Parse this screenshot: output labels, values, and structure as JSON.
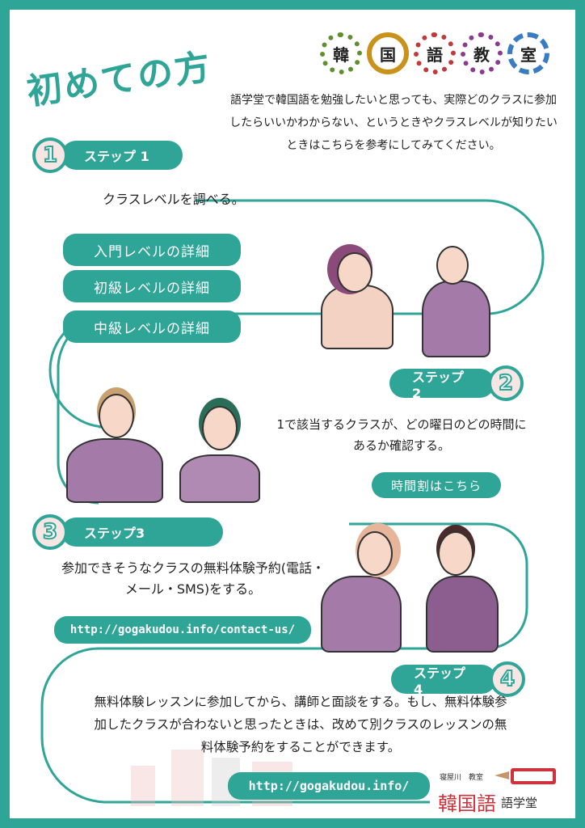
{
  "title": "初めての方",
  "logo": {
    "chars": [
      "韓",
      "国",
      "語",
      "教",
      "室"
    ],
    "colors": [
      "#5f8f2e",
      "#c9921a",
      "#c0393b",
      "#8b3a8f",
      "#3a7cc2"
    ]
  },
  "intro": "語学堂で韓国語を勉強したいと思っても、実際どのクラスに参加したらいいかわからない、というときやクラスレベルが知りたいときはこちらを参考にしてみてください。",
  "steps": [
    {
      "num": "1",
      "label": "ステップ 1",
      "text": "クラスレベルを調べる。",
      "buttons": [
        "入門レベルの詳細",
        "初級レベルの詳細",
        "中級レベルの詳細"
      ]
    },
    {
      "num": "2",
      "label": "ステップ 2",
      "text": "1で該当するクラスが、どの曜日のどの時間にあるか確認する。",
      "button": "時間割はこちら"
    },
    {
      "num": "3",
      "label": "ステップ3",
      "text": "参加できそうなクラスの無料体験予約(電話・メール・SMS)をする。",
      "url": "http://gogakudou.info/contact-us/"
    },
    {
      "num": "4",
      "label": "ステップ4",
      "text": "無料体験レッスンに参加してから、講師と面談をする。もし、無料体験参加したクラスが合わないと思ったときは、改めて別クラスのレッスンの無料体験予約をすることができます。",
      "url": "http://gogakudou.info/"
    }
  ],
  "footer": {
    "branch": "寝屋川　教室",
    "brand": "韓国語",
    "brand_sub": "語学堂"
  },
  "colors": {
    "accent": "#2fa597",
    "red": "#d0313a"
  }
}
